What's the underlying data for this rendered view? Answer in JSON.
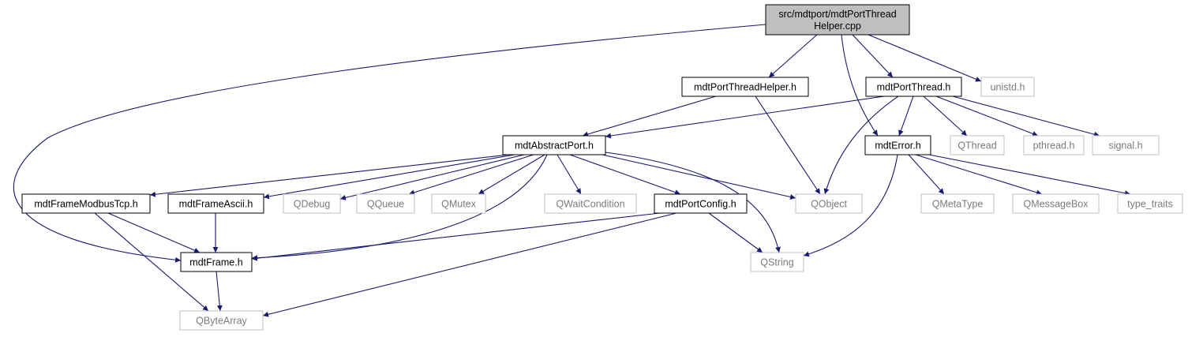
{
  "diagram": {
    "colors": {
      "edge": "#191970",
      "root_fill": "#bfbfbf",
      "root_stroke": "#000000",
      "local_stroke": "#000000",
      "external_stroke": "#bfbfbf",
      "background": "#ffffff"
    },
    "nodes": [
      {
        "id": "root",
        "kind": "root",
        "lines": [
          "src/mdtport/mdtPortThread",
          "Helper.cpp"
        ]
      },
      {
        "id": "mdtPortThreadHelper_h",
        "kind": "local",
        "lines": [
          "mdtPortThreadHelper.h"
        ]
      },
      {
        "id": "mdtPortThread_h",
        "kind": "local",
        "lines": [
          "mdtPortThread.h"
        ]
      },
      {
        "id": "unistd_h",
        "kind": "external",
        "lines": [
          "unistd.h"
        ]
      },
      {
        "id": "mdtAbstractPort_h",
        "kind": "local",
        "lines": [
          "mdtAbstractPort.h"
        ]
      },
      {
        "id": "mdtError_h",
        "kind": "local",
        "lines": [
          "mdtError.h"
        ]
      },
      {
        "id": "QThread",
        "kind": "external",
        "lines": [
          "QThread"
        ]
      },
      {
        "id": "pthread_h",
        "kind": "external",
        "lines": [
          "pthread.h"
        ]
      },
      {
        "id": "signal_h",
        "kind": "external",
        "lines": [
          "signal.h"
        ]
      },
      {
        "id": "mdtFrameModbusTcp_h",
        "kind": "local",
        "lines": [
          "mdtFrameModbusTcp.h"
        ]
      },
      {
        "id": "mdtFrameAscii_h",
        "kind": "local",
        "lines": [
          "mdtFrameAscii.h"
        ]
      },
      {
        "id": "QDebug",
        "kind": "external",
        "lines": [
          "QDebug"
        ]
      },
      {
        "id": "QQueue",
        "kind": "external",
        "lines": [
          "QQueue"
        ]
      },
      {
        "id": "QMutex",
        "kind": "external",
        "lines": [
          "QMutex"
        ]
      },
      {
        "id": "QWaitCondition",
        "kind": "external",
        "lines": [
          "QWaitCondition"
        ]
      },
      {
        "id": "mdtPortConfig_h",
        "kind": "local",
        "lines": [
          "mdtPortConfig.h"
        ]
      },
      {
        "id": "QObject",
        "kind": "external",
        "lines": [
          "QObject"
        ]
      },
      {
        "id": "QMetaType",
        "kind": "external",
        "lines": [
          "QMetaType"
        ]
      },
      {
        "id": "QMessageBox",
        "kind": "external",
        "lines": [
          "QMessageBox"
        ]
      },
      {
        "id": "type_traits",
        "kind": "external",
        "lines": [
          "type_traits"
        ]
      },
      {
        "id": "mdtFrame_h",
        "kind": "local",
        "lines": [
          "mdtFrame.h"
        ]
      },
      {
        "id": "QString",
        "kind": "external",
        "lines": [
          "QString"
        ]
      },
      {
        "id": "QByteArray",
        "kind": "external",
        "lines": [
          "QByteArray"
        ]
      }
    ],
    "edges": [
      [
        "root",
        "mdtFrame_h"
      ],
      [
        "root",
        "mdtPortThreadHelper_h"
      ],
      [
        "root",
        "mdtError_h"
      ],
      [
        "root",
        "mdtPortThread_h"
      ],
      [
        "root",
        "unistd_h"
      ],
      [
        "mdtPortThreadHelper_h",
        "mdtAbstractPort_h"
      ],
      [
        "mdtPortThreadHelper_h",
        "QObject"
      ],
      [
        "mdtPortThread_h",
        "mdtAbstractPort_h"
      ],
      [
        "mdtPortThread_h",
        "QObject"
      ],
      [
        "mdtPortThread_h",
        "mdtError_h"
      ],
      [
        "mdtPortThread_h",
        "QThread"
      ],
      [
        "mdtPortThread_h",
        "pthread_h"
      ],
      [
        "mdtPortThread_h",
        "signal_h"
      ],
      [
        "mdtAbstractPort_h",
        "mdtFrameModbusTcp_h"
      ],
      [
        "mdtAbstractPort_h",
        "mdtFrameAscii_h"
      ],
      [
        "mdtAbstractPort_h",
        "QDebug"
      ],
      [
        "mdtAbstractPort_h",
        "QQueue"
      ],
      [
        "mdtAbstractPort_h",
        "QMutex"
      ],
      [
        "mdtAbstractPort_h",
        "QWaitCondition"
      ],
      [
        "mdtAbstractPort_h",
        "mdtPortConfig_h"
      ],
      [
        "mdtAbstractPort_h",
        "QObject"
      ],
      [
        "mdtAbstractPort_h",
        "QString"
      ],
      [
        "mdtAbstractPort_h",
        "mdtFrame_h"
      ],
      [
        "mdtError_h",
        "QMetaType"
      ],
      [
        "mdtError_h",
        "QMessageBox"
      ],
      [
        "mdtError_h",
        "type_traits"
      ],
      [
        "mdtError_h",
        "QString"
      ],
      [
        "mdtFrameModbusTcp_h",
        "mdtFrame_h"
      ],
      [
        "mdtFrameModbusTcp_h",
        "QByteArray"
      ],
      [
        "mdtFrameAscii_h",
        "mdtFrame_h"
      ],
      [
        "mdtPortConfig_h",
        "mdtFrame_h"
      ],
      [
        "mdtPortConfig_h",
        "QString"
      ],
      [
        "mdtPortConfig_h",
        "QByteArray"
      ],
      [
        "mdtFrame_h",
        "QByteArray"
      ]
    ]
  }
}
